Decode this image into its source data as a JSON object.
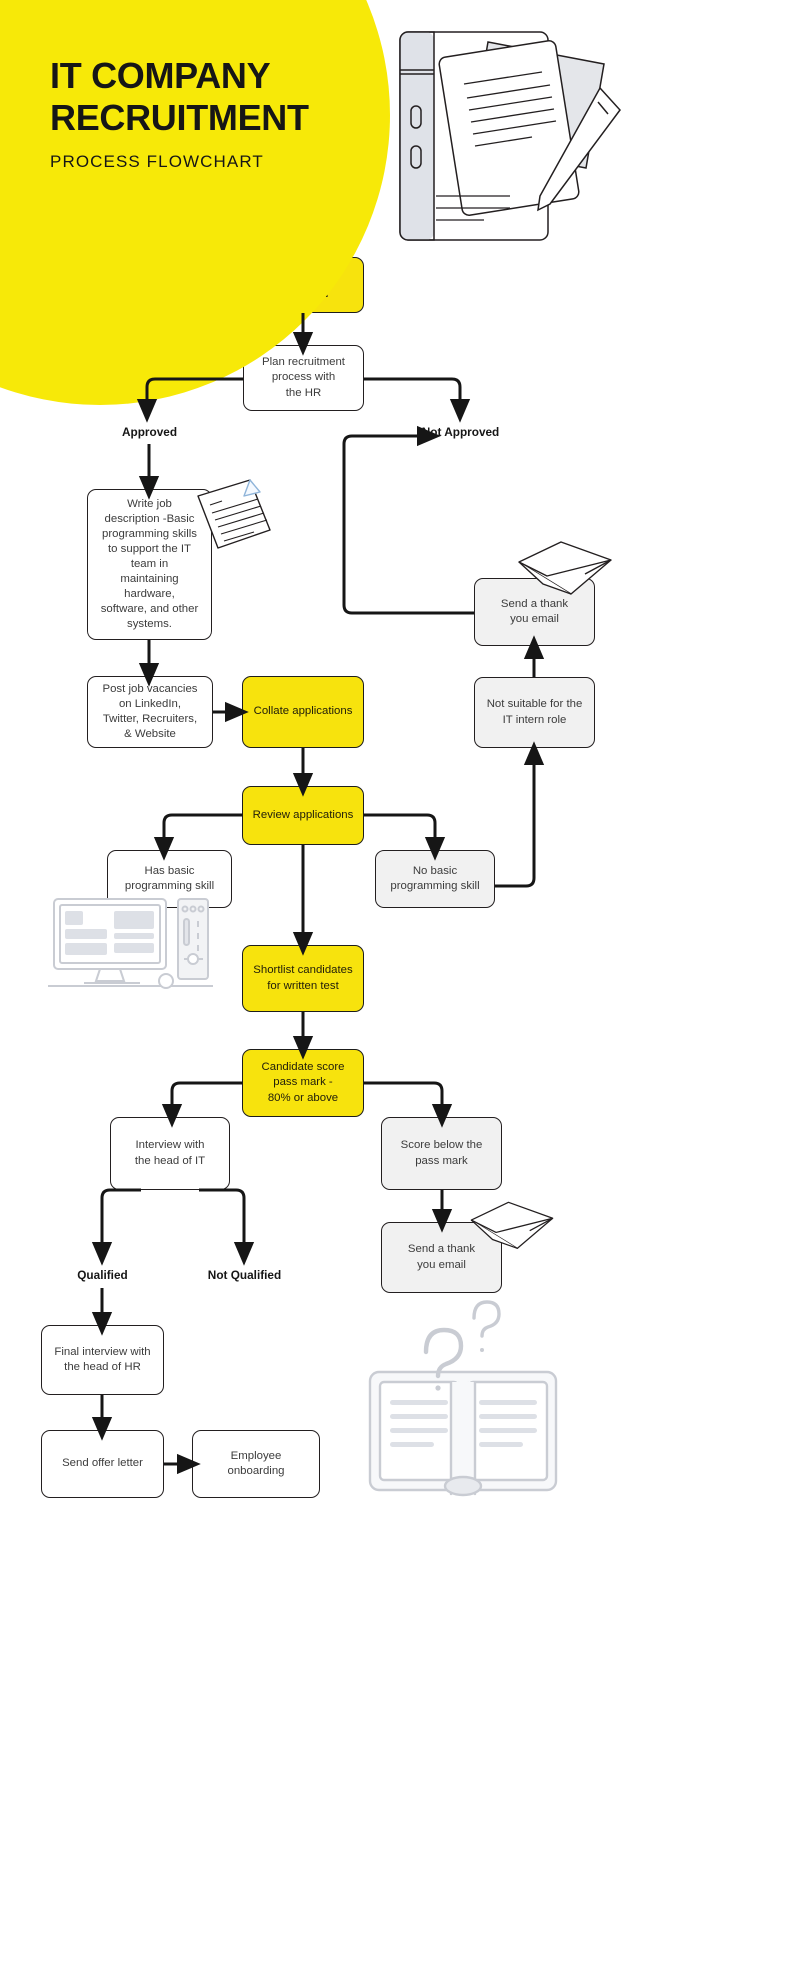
{
  "header": {
    "title_line1": "IT COMPANY",
    "title_line2": "RECRUITMENT",
    "subtitle": "PROCESS FLOWCHART",
    "accent_color": "#F7E908",
    "text_color": "#161616"
  },
  "colors": {
    "accent_yellow": "#F7E30D",
    "node_grey": "#F1F1F1",
    "node_white": "#FFFFFF",
    "stroke": "#231F20",
    "body_text": "#3C3C3C"
  },
  "flowchart": {
    "type": "process-flowchart",
    "nodes": [
      {
        "id": "n1",
        "label": "We need an\nIT intern",
        "style": "yellow-bold"
      },
      {
        "id": "n2",
        "label": "Plan recruitment\nprocess with\nthe HR",
        "style": "white"
      },
      {
        "id": "n3",
        "label": "Write job\ndescription -Basic\nprogramming skills\nto support the IT\nteam in\nmaintaining\nhardware,\nsoftware, and other\nsystems.",
        "style": "white"
      },
      {
        "id": "n4",
        "label": "Post job vacancies\non LinkedIn,\nTwitter, Recruiters,\n& Website",
        "style": "white"
      },
      {
        "id": "n5",
        "label": "Collate applications",
        "style": "yellow"
      },
      {
        "id": "n6",
        "label": "Review applications",
        "style": "yellow"
      },
      {
        "id": "n7",
        "label": "Has basic\nprogramming skill",
        "style": "white"
      },
      {
        "id": "n8",
        "label": "No basic\nprogramming skill",
        "style": "grey"
      },
      {
        "id": "n9",
        "label": "Not suitable for the\nIT intern role",
        "style": "grey"
      },
      {
        "id": "n10",
        "label": "Send a thank\nyou email",
        "style": "grey"
      },
      {
        "id": "n11",
        "label": "Shortlist candidates\nfor written test",
        "style": "yellow"
      },
      {
        "id": "n12",
        "label": "Candidate score\npass mark -\n80% or above",
        "style": "yellow"
      },
      {
        "id": "n13",
        "label": "Interview with\nthe head of IT",
        "style": "white"
      },
      {
        "id": "n14",
        "label": "Score below the\npass mark",
        "style": "grey"
      },
      {
        "id": "n15",
        "label": "Send a thank\nyou email",
        "style": "grey"
      },
      {
        "id": "n16",
        "label": "Final interview with\nthe head of HR",
        "style": "white"
      },
      {
        "id": "n17",
        "label": "Send offer letter",
        "style": "white"
      },
      {
        "id": "n18",
        "label": "Employee\nonboarding",
        "style": "white"
      }
    ],
    "branch_labels": [
      {
        "id": "b1",
        "label": "Approved"
      },
      {
        "id": "b2",
        "label": "Not Approved"
      },
      {
        "id": "b3",
        "label": "Qualified"
      },
      {
        "id": "b4",
        "label": "Not Qualified"
      }
    ],
    "edges": [
      {
        "from": "n1",
        "to": "n2"
      },
      {
        "from": "n2",
        "to": "b1"
      },
      {
        "from": "n2",
        "to": "b2"
      },
      {
        "from": "b1",
        "to": "n3"
      },
      {
        "from": "n3",
        "to": "n4"
      },
      {
        "from": "n4",
        "to": "n5"
      },
      {
        "from": "n5",
        "to": "n6"
      },
      {
        "from": "n6",
        "to": "n7"
      },
      {
        "from": "n6",
        "to": "n8"
      },
      {
        "from": "n6",
        "to": "n11"
      },
      {
        "from": "n8",
        "to": "n9"
      },
      {
        "from": "n9",
        "to": "n10"
      },
      {
        "from": "n10",
        "to": "b2"
      },
      {
        "from": "n11",
        "to": "n12"
      },
      {
        "from": "n12",
        "to": "n13"
      },
      {
        "from": "n12",
        "to": "n14"
      },
      {
        "from": "n14",
        "to": "n15"
      },
      {
        "from": "n13",
        "to": "b3"
      },
      {
        "from": "n13",
        "to": "b4"
      },
      {
        "from": "b3",
        "to": "n16"
      },
      {
        "from": "n16",
        "to": "n17"
      },
      {
        "from": "n17",
        "to": "n18"
      }
    ]
  },
  "illustrations": [
    {
      "name": "clipboard-documents-pen",
      "position": "header-right"
    },
    {
      "name": "document-paper",
      "position": "write-job-description"
    },
    {
      "name": "desktop-computer",
      "position": "has-basic-programming-skill"
    },
    {
      "name": "envelope-mail",
      "position": "send-thank-you-email-top"
    },
    {
      "name": "envelope-mail",
      "position": "send-thank-you-email-bottom"
    },
    {
      "name": "open-book-question-marks",
      "position": "footer-right"
    }
  ]
}
